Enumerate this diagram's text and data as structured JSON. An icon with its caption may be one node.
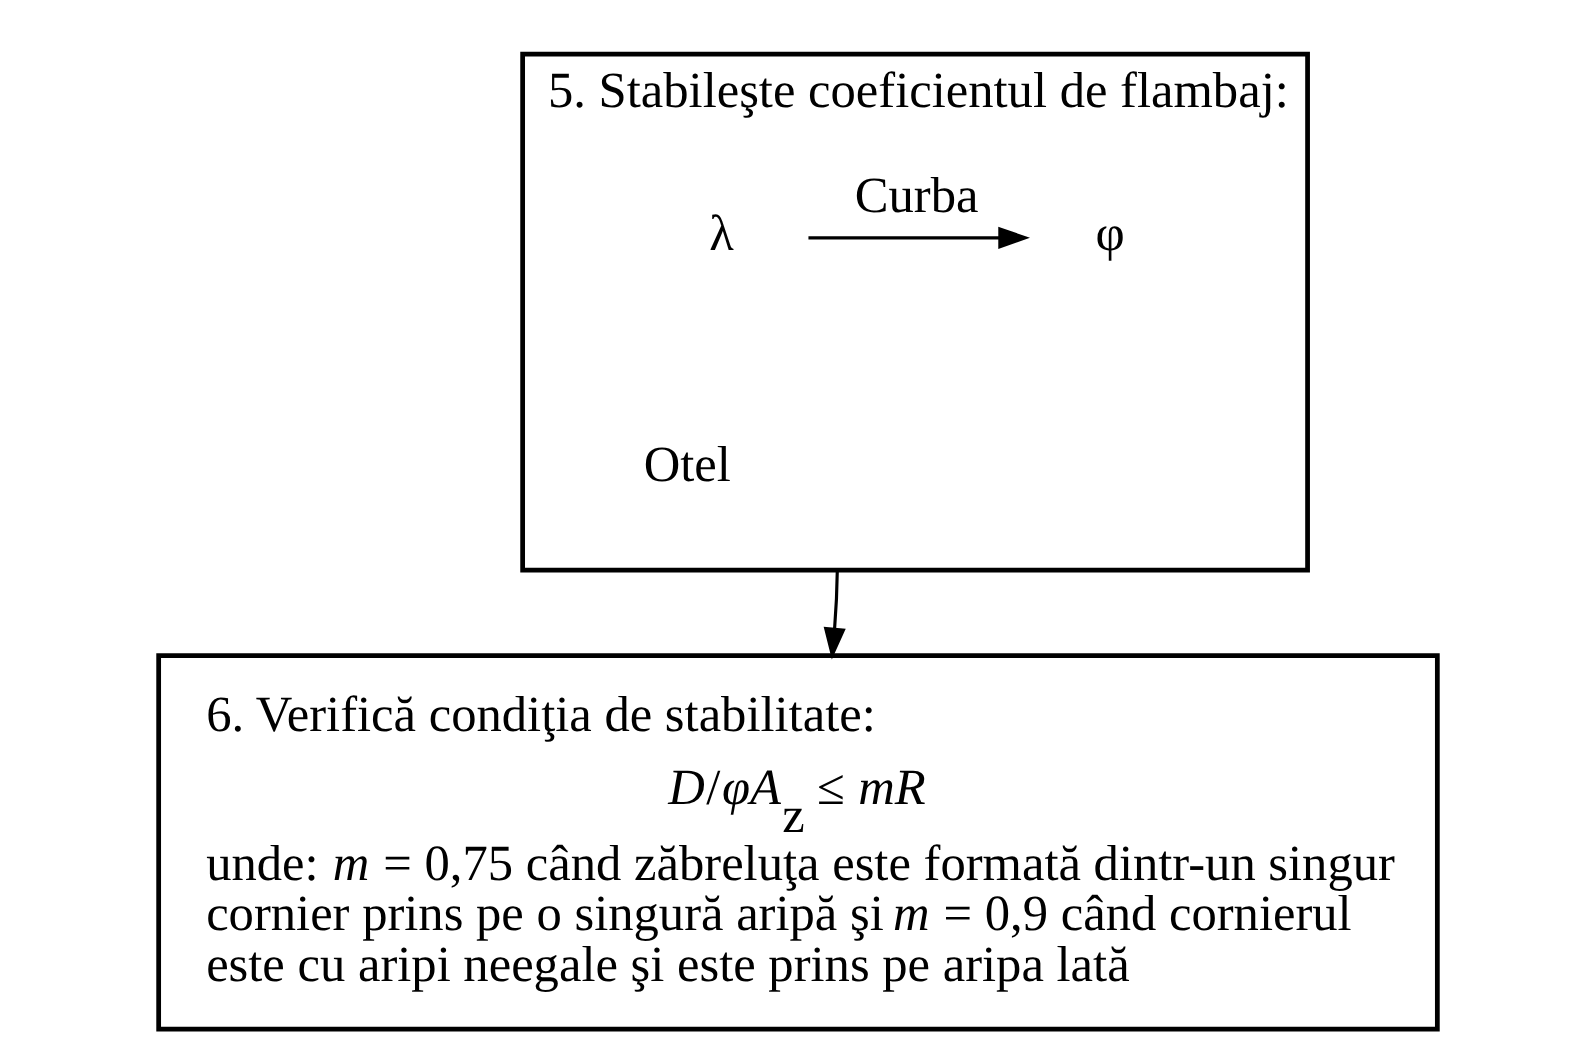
{
  "diagram": {
    "nodes": [
      {
        "text": [
          "5. Stabileşte coeficientul de flambaj:"
        ]
      },
      {
        "text": [
          "λ"
        ],
        "in": 0
      },
      {
        "text": [
          "φ"
        ],
        "in": 0
      },
      {
        "text": [
          "6. Verifică condiţia de stabilitate:",
          "*D*/*φA*$_{z}$ ≤ *mR*",
          "unde: *m* = 0,75 când zăbreluţa este formată dintr-un singur cornier prins pe o singură aripă şi *m* = 0,9 când cornierul este cu aripi neegale şi este prins pe aripa lată"
        ]
      }
    ],
    "edges": [
      {
        "from": 1,
        "to": 2,
        "arrow": "to",
        "label": "Curba"
      },
      {
        "from": 0,
        "to": 3,
        "arrow": "to"
      }
    ],
    "labels": [
      "Otel"
    ]
  }
}
